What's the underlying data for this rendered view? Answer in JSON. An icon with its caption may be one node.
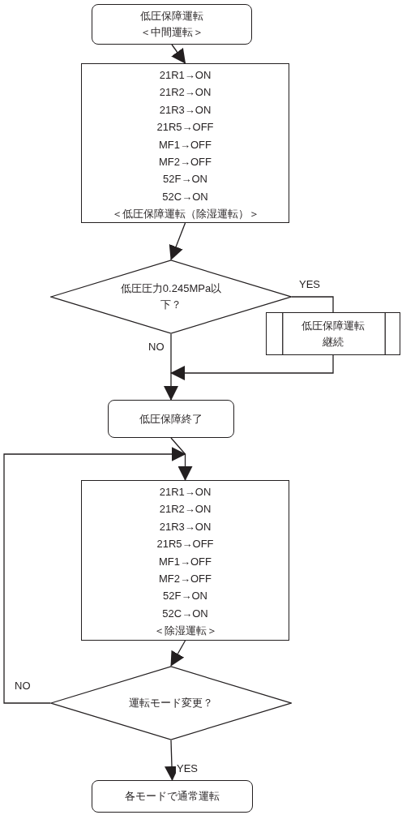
{
  "diagram": {
    "nodes": [
      {
        "text": [
          "低圧保障運転",
          "＜中間運転＞"
        ]
      },
      {
        "text": [
          "21R1→ON",
          "21R2→ON",
          "21R3→ON",
          "21R5→OFF",
          "MF1→OFF",
          "MF2→OFF",
          "52F→ON",
          "52C→ON",
          "＜低圧保障運転（除湿運転）＞"
        ]
      },
      {
        "text": [
          "低圧圧力0.245MPa以下？"
        ]
      },
      {
        "text": [
          "低圧保障運転継続"
        ]
      },
      {
        "text": [
          "低圧保障終了"
        ]
      },
      {
        "text": [
          "21R1→ON",
          "21R2→ON",
          "21R3→ON",
          "21R5→OFF",
          "MF1→OFF",
          "MF2→OFF",
          "52F→ON",
          "52C→ON",
          "＜除湿運転＞"
        ]
      },
      {
        "text": [
          "運転モード変更？"
        ]
      },
      {
        "text": [
          "各モードで通常運転"
        ]
      }
    ],
    "edges": [
      {
        "from": 0,
        "to": 1,
        "arrow": "to"
      },
      {
        "from": 1,
        "to": 2,
        "arrow": "to"
      },
      {
        "from": 2,
        "to": 3,
        "arrow": "none",
        "label": "YES"
      },
      {
        "from": 2,
        "to": 4,
        "arrow": "to",
        "label": "NO"
      },
      {
        "from": 3,
        "to": 4,
        "arrow": "to"
      },
      {
        "from": 4,
        "to": 5,
        "arrow": "to"
      },
      {
        "from": 5,
        "to": 6,
        "arrow": "to"
      },
      {
        "from": 6,
        "to": 5,
        "arrow": "to",
        "label": "NO"
      },
      {
        "from": 6,
        "to": 7,
        "arrow": "to",
        "label": "YES"
      }
    ]
  }
}
